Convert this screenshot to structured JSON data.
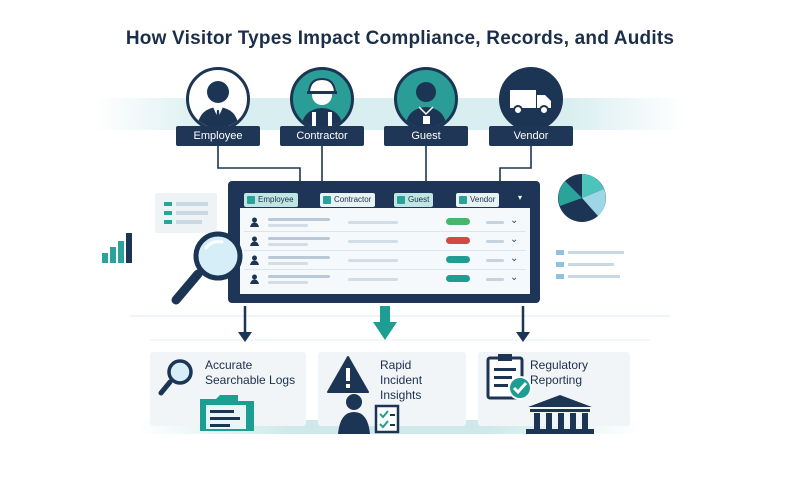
{
  "title": "How Visitor Types Impact Compliance, Records, and Audits",
  "visitor_types": [
    {
      "label": "Employee",
      "icon": "employee-icon"
    },
    {
      "label": "Contractor",
      "icon": "contractor-hardhat-icon"
    },
    {
      "label": "Guest",
      "icon": "guest-badge-icon"
    },
    {
      "label": "Vendor",
      "icon": "delivery-truck-icon"
    }
  ],
  "dashboard": {
    "filters": [
      {
        "label": "Employee",
        "checked": true
      },
      {
        "label": "Contractor",
        "checked": true
      },
      {
        "label": "Guest",
        "checked": true
      },
      {
        "label": "Vendor",
        "checked": true
      }
    ],
    "row_status_colors": [
      "#49b56c",
      "#cf4a40",
      "#1d9e93",
      "#1d9e93"
    ]
  },
  "benefits": [
    {
      "line1": "Accurate",
      "line2": "Searchable Logs",
      "icon": "magnifier-folder-icon"
    },
    {
      "line1": "Rapid",
      "line2": "Incident",
      "line3": "Insights",
      "icon": "warning-clipboard-icon"
    },
    {
      "line1": "Regulatory",
      "line2": "Reporting",
      "icon": "checklist-building-icon"
    }
  ],
  "colors": {
    "navy": "#1d3554",
    "teal": "#1d9e93",
    "light_teal": "#d9eef0"
  }
}
